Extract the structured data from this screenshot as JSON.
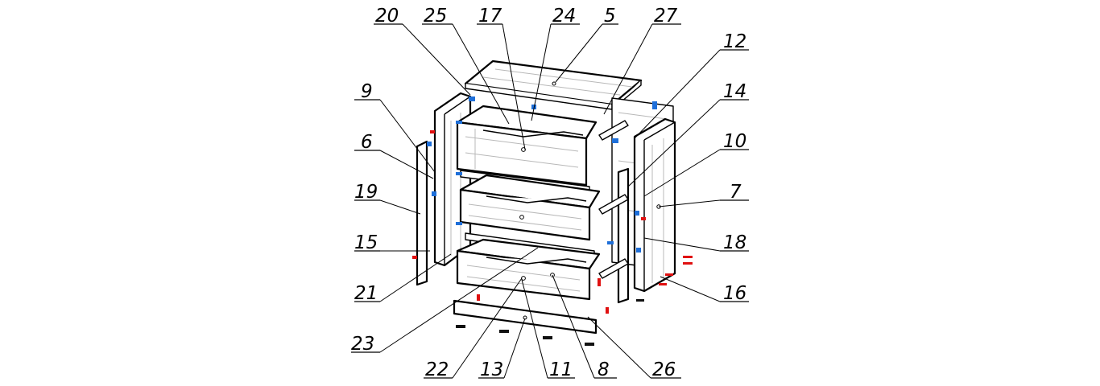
{
  "drawing": {
    "callouts": [
      {
        "id": "c20",
        "text": "20"
      },
      {
        "id": "c25",
        "text": "25"
      },
      {
        "id": "c17",
        "text": "17"
      },
      {
        "id": "c24",
        "text": "24"
      },
      {
        "id": "c5",
        "text": "5"
      },
      {
        "id": "c27",
        "text": "27"
      },
      {
        "id": "c12",
        "text": "12"
      },
      {
        "id": "c14",
        "text": "14"
      },
      {
        "id": "c10",
        "text": "10"
      },
      {
        "id": "c7",
        "text": "7"
      },
      {
        "id": "c18",
        "text": "18"
      },
      {
        "id": "c16",
        "text": "16"
      },
      {
        "id": "c9",
        "text": "9"
      },
      {
        "id": "c6",
        "text": "6"
      },
      {
        "id": "c19",
        "text": "19"
      },
      {
        "id": "c15",
        "text": "15"
      },
      {
        "id": "c21",
        "text": "21"
      },
      {
        "id": "c23",
        "text": "23"
      },
      {
        "id": "c22",
        "text": "22"
      },
      {
        "id": "c13",
        "text": "13"
      },
      {
        "id": "c11",
        "text": "11"
      },
      {
        "id": "c8",
        "text": "8"
      },
      {
        "id": "c26",
        "text": "26"
      }
    ],
    "colors": {
      "line": "#000000",
      "hidden": "#b8b8b8",
      "fastener_blue": "#1e6fd9",
      "fastener_red": "#e01010",
      "background": "#ffffff"
    }
  }
}
